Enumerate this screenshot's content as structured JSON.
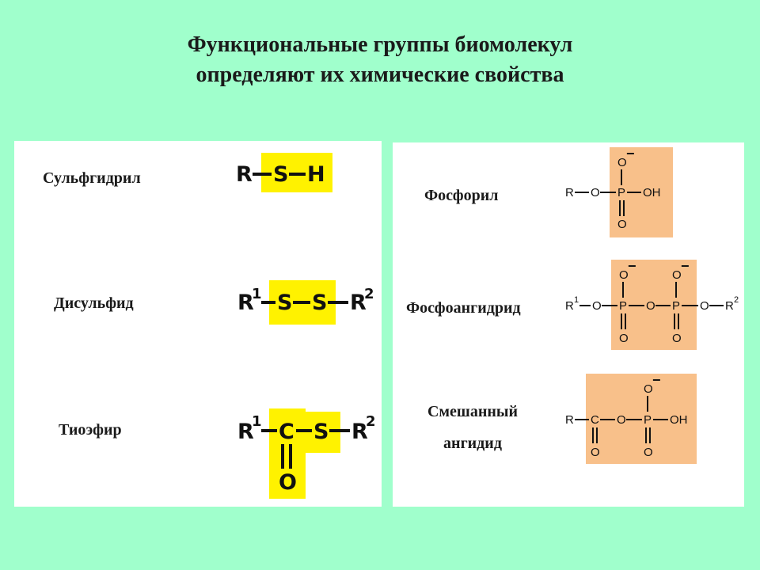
{
  "title": {
    "line1": "Функциональные группы биомолекул",
    "line2": "определяют их химические свойства"
  },
  "colors": {
    "background": "#a0ffcc",
    "sulfur_highlight": "#fff200",
    "phosphate_highlight": "#f8c08a",
    "panel": "#ffffff"
  },
  "left_panel": {
    "groups": [
      {
        "label": "Сульфгидрил",
        "atoms": [
          "R",
          "S",
          "H"
        ]
      },
      {
        "label": "Дисульфид",
        "atoms": [
          "R",
          "1",
          "S",
          "S",
          "R",
          "2"
        ]
      },
      {
        "label": "Тиоэфир",
        "atoms": [
          "R",
          "1",
          "C",
          "S",
          "R",
          "2",
          "O"
        ]
      }
    ]
  },
  "right_panel": {
    "groups": [
      {
        "label": "Фосфорил",
        "atoms": [
          "O",
          "−",
          "R",
          "O",
          "P",
          "OH",
          "O"
        ]
      },
      {
        "label": "Фосфоангидрид",
        "atoms": [
          "O",
          "−",
          "O",
          "−",
          "R",
          "1",
          "O",
          "P",
          "O",
          "P",
          "O",
          "R",
          "2",
          "O",
          "O"
        ]
      },
      {
        "label_line1": "Смешанный",
        "label_line2": "ангидид",
        "atoms": [
          "O",
          "−",
          "R",
          "C",
          "O",
          "P",
          "OH",
          "O",
          "O"
        ]
      }
    ]
  }
}
